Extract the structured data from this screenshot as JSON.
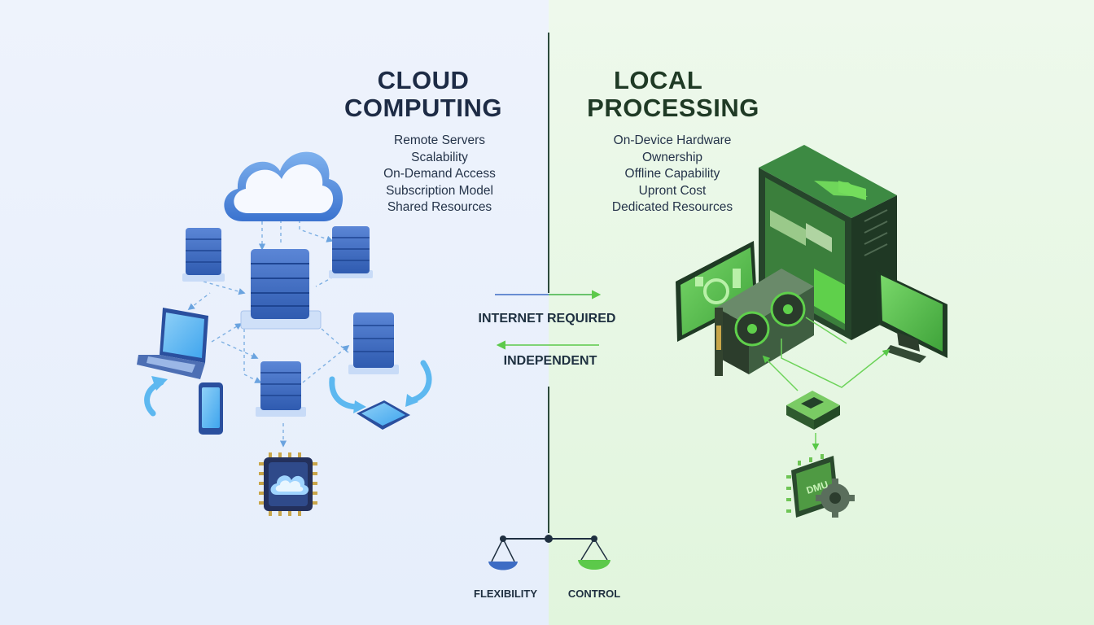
{
  "left": {
    "title_line1": "CLOUD",
    "title_line2": "COMPUTING",
    "features": [
      "Remote Servers",
      "Scalability",
      "On-Demand Access",
      "Subscription Model",
      "Shared Resources"
    ]
  },
  "right": {
    "title_line1": "LOCAL",
    "title_line2": "PROCESSING",
    "features": [
      "On-Device Hardware",
      "Ownership",
      "Offline Capability",
      "Upront Cost",
      "Dedicated Resources"
    ],
    "chip_label": "DMU"
  },
  "middle": {
    "internet_label": "INTERNET REQUIRED",
    "independent_label": "INDEPENDENT"
  },
  "scale": {
    "left_label": "FLEXIBILITY",
    "right_label": "CONTROL"
  },
  "colors": {
    "cloud_blue": "#3d6cc4",
    "local_green": "#5cc94a",
    "title_dark": "#1d2b45",
    "title_green": "#1f3a25"
  }
}
